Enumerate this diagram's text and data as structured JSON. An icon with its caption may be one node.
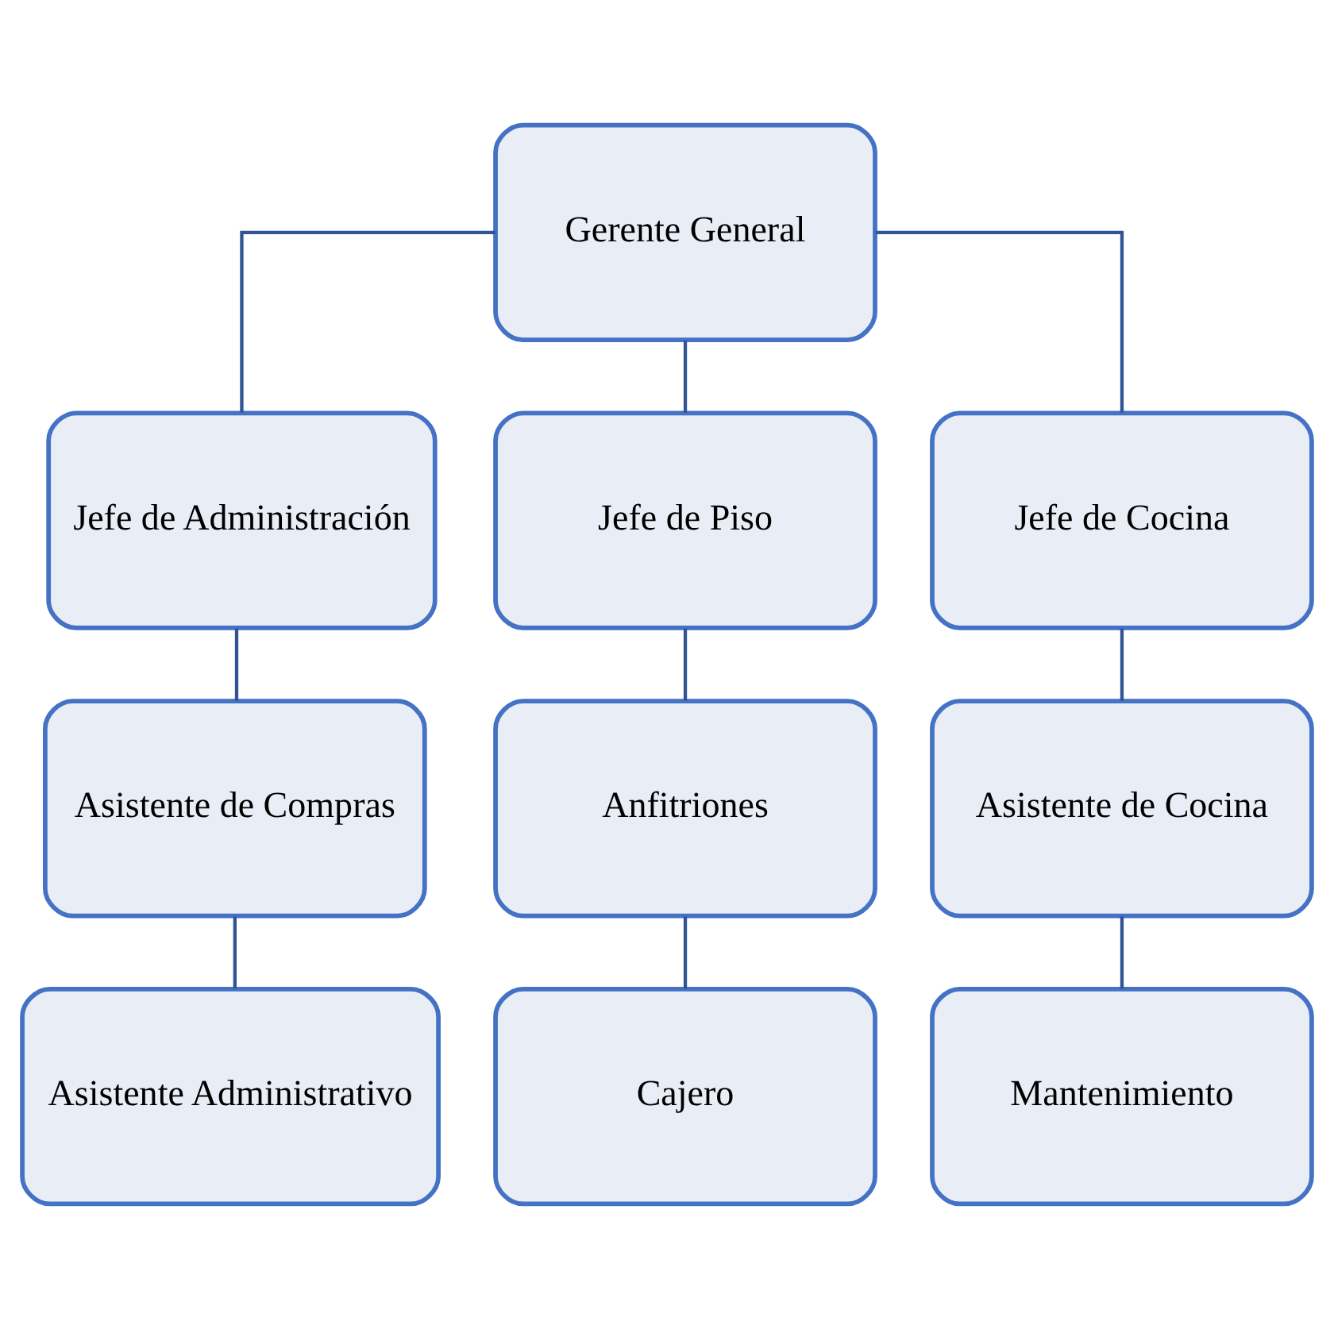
{
  "diagram": {
    "nodes": [
      {
        "text": [
          "Gerente General"
        ]
      },
      {
        "text": [
          "Jefe de Administración"
        ]
      },
      {
        "text": [
          "Jefe de Piso"
        ]
      },
      {
        "text": [
          "Jefe de Cocina"
        ]
      },
      {
        "text": [
          "Asistente de Compras"
        ]
      },
      {
        "text": [
          "Anfitriones"
        ]
      },
      {
        "text": [
          "Asistente de Cocina"
        ]
      },
      {
        "text": [
          "Asistente Administrativo"
        ]
      },
      {
        "text": [
          "Cajero"
        ]
      },
      {
        "text": [
          "Mantenimiento"
        ]
      }
    ],
    "edges": [
      {
        "from": 0,
        "to": 1,
        "arrow": "none"
      },
      {
        "from": 0,
        "to": 2,
        "arrow": "none"
      },
      {
        "from": 0,
        "to": 3,
        "arrow": "none"
      },
      {
        "from": 1,
        "to": 4,
        "arrow": "none"
      },
      {
        "from": 2,
        "to": 5,
        "arrow": "none"
      },
      {
        "from": 3,
        "to": 6,
        "arrow": "none"
      },
      {
        "from": 4,
        "to": 7,
        "arrow": "none"
      },
      {
        "from": 5,
        "to": 8,
        "arrow": "none"
      },
      {
        "from": 6,
        "to": 9,
        "arrow": "none"
      }
    ]
  }
}
